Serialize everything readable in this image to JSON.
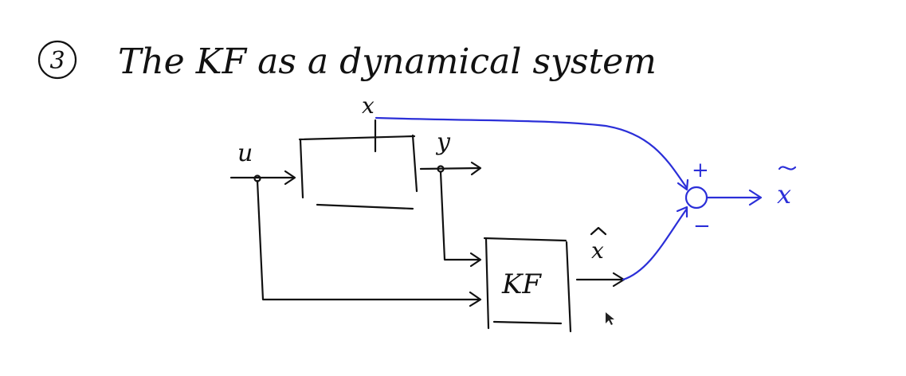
{
  "heading": {
    "number": "3",
    "text": "The KF as a dynamical system"
  },
  "labels": {
    "state": "x",
    "input": "u",
    "output": "y",
    "filter": "KF",
    "estimate_symbol": "x",
    "error_symbol": "x",
    "plus": "+",
    "minus": "−"
  },
  "colors": {
    "ink": "#111111",
    "pen_blue": "#2b2fd8"
  }
}
